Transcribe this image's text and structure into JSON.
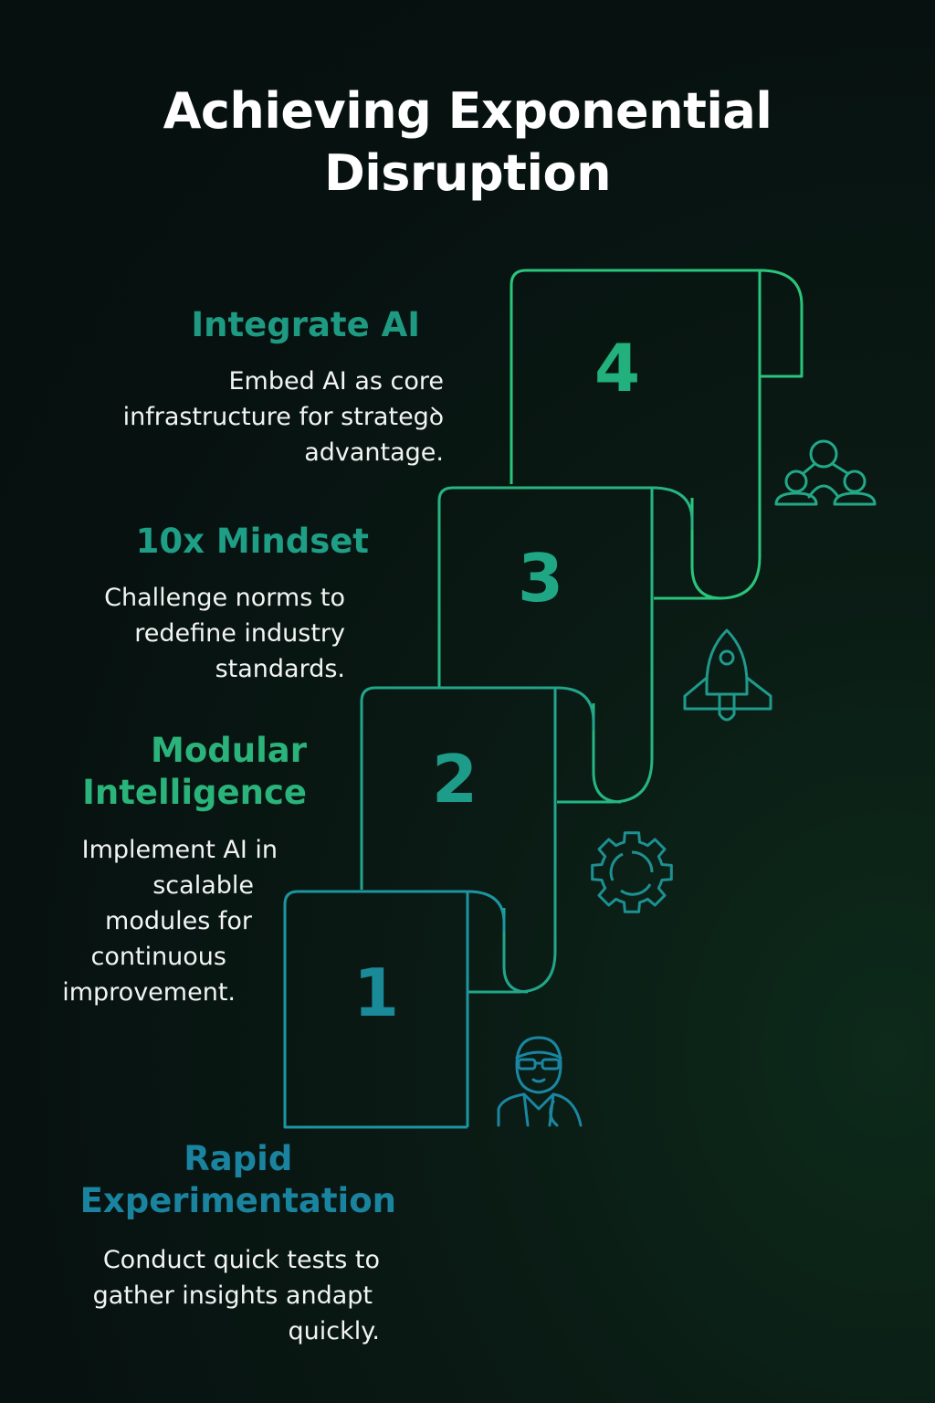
{
  "title": {
    "line1": "Achieving Exponential",
    "line2": "Disruption"
  },
  "steps": [
    {
      "number": "1",
      "heading_line1": "Rapid",
      "heading_line2": "Experimentation",
      "desc_lines": [
        "Conduct quick tests to",
        "gather insights andapt",
        "quickly."
      ],
      "icon": "scientist-icon",
      "color": "#1a8a9a"
    },
    {
      "number": "2",
      "heading_line1": "Modular",
      "heading_line2": "Intelligence",
      "desc_lines": [
        "Implement AI in",
        "scalable",
        "modules for",
        "continuous",
        "improvement."
      ],
      "icon": "gear-icon",
      "color": "#22a58a"
    },
    {
      "number": "3",
      "heading_line1": "10x Mindset",
      "heading_line2": "",
      "desc_lines": [
        "Challenge norms to",
        "redefine industry",
        "standards."
      ],
      "icon": "rocket-icon",
      "color": "#1f9e86"
    },
    {
      "number": "4",
      "heading_line1": "Integrate AI",
      "heading_line2": "",
      "desc_lines": [
        "Embed AI as core",
        "infrastructure for strategꝺ",
        "advantage."
      ],
      "icon": "network-people-icon",
      "color": "#1f9a82"
    }
  ],
  "colors": {
    "accent_green": "#2ecf7a",
    "accent_teal": "#1a8a9a",
    "background": "#071210"
  }
}
